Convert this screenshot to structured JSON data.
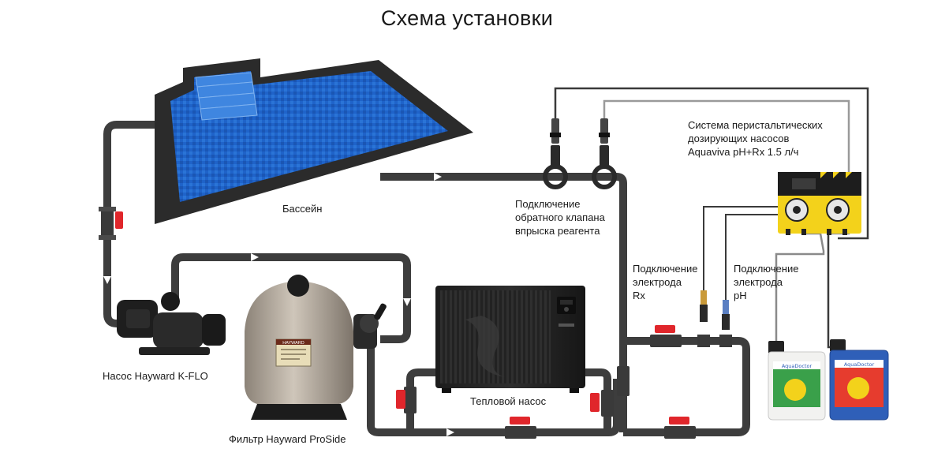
{
  "title": "Схема установки",
  "labels": {
    "pool": "Бассейн",
    "check_valve": "Подключение\nобратного клапана\nвпрыска реагента",
    "dosing_system": "Система перистальтических\nдозирующих насосов\nAquaviva pH+Rx 1.5 л/ч",
    "rx_electrode": "Подключение\nэлектрода\nRx",
    "ph_electrode": "Подключение\nэлектрода\npH",
    "pump": "Насос Hayward K-FLO",
    "heat_pump": "Тепловой насос",
    "filter": "Фильтр Hayward ProSide"
  },
  "brands": {
    "filter_plate": "HAYWARD",
    "bottle": "AquaDoctor"
  },
  "colors": {
    "pipe": "#3d3d3d",
    "valve_handle": "#e0262b",
    "dosing_body": "#f3d21b",
    "pool_water": "#1f63c9",
    "pool_frame": "#2b2b2b",
    "bottle_left": "#f2f2f0",
    "bottle_right": "#2f5fb8"
  }
}
